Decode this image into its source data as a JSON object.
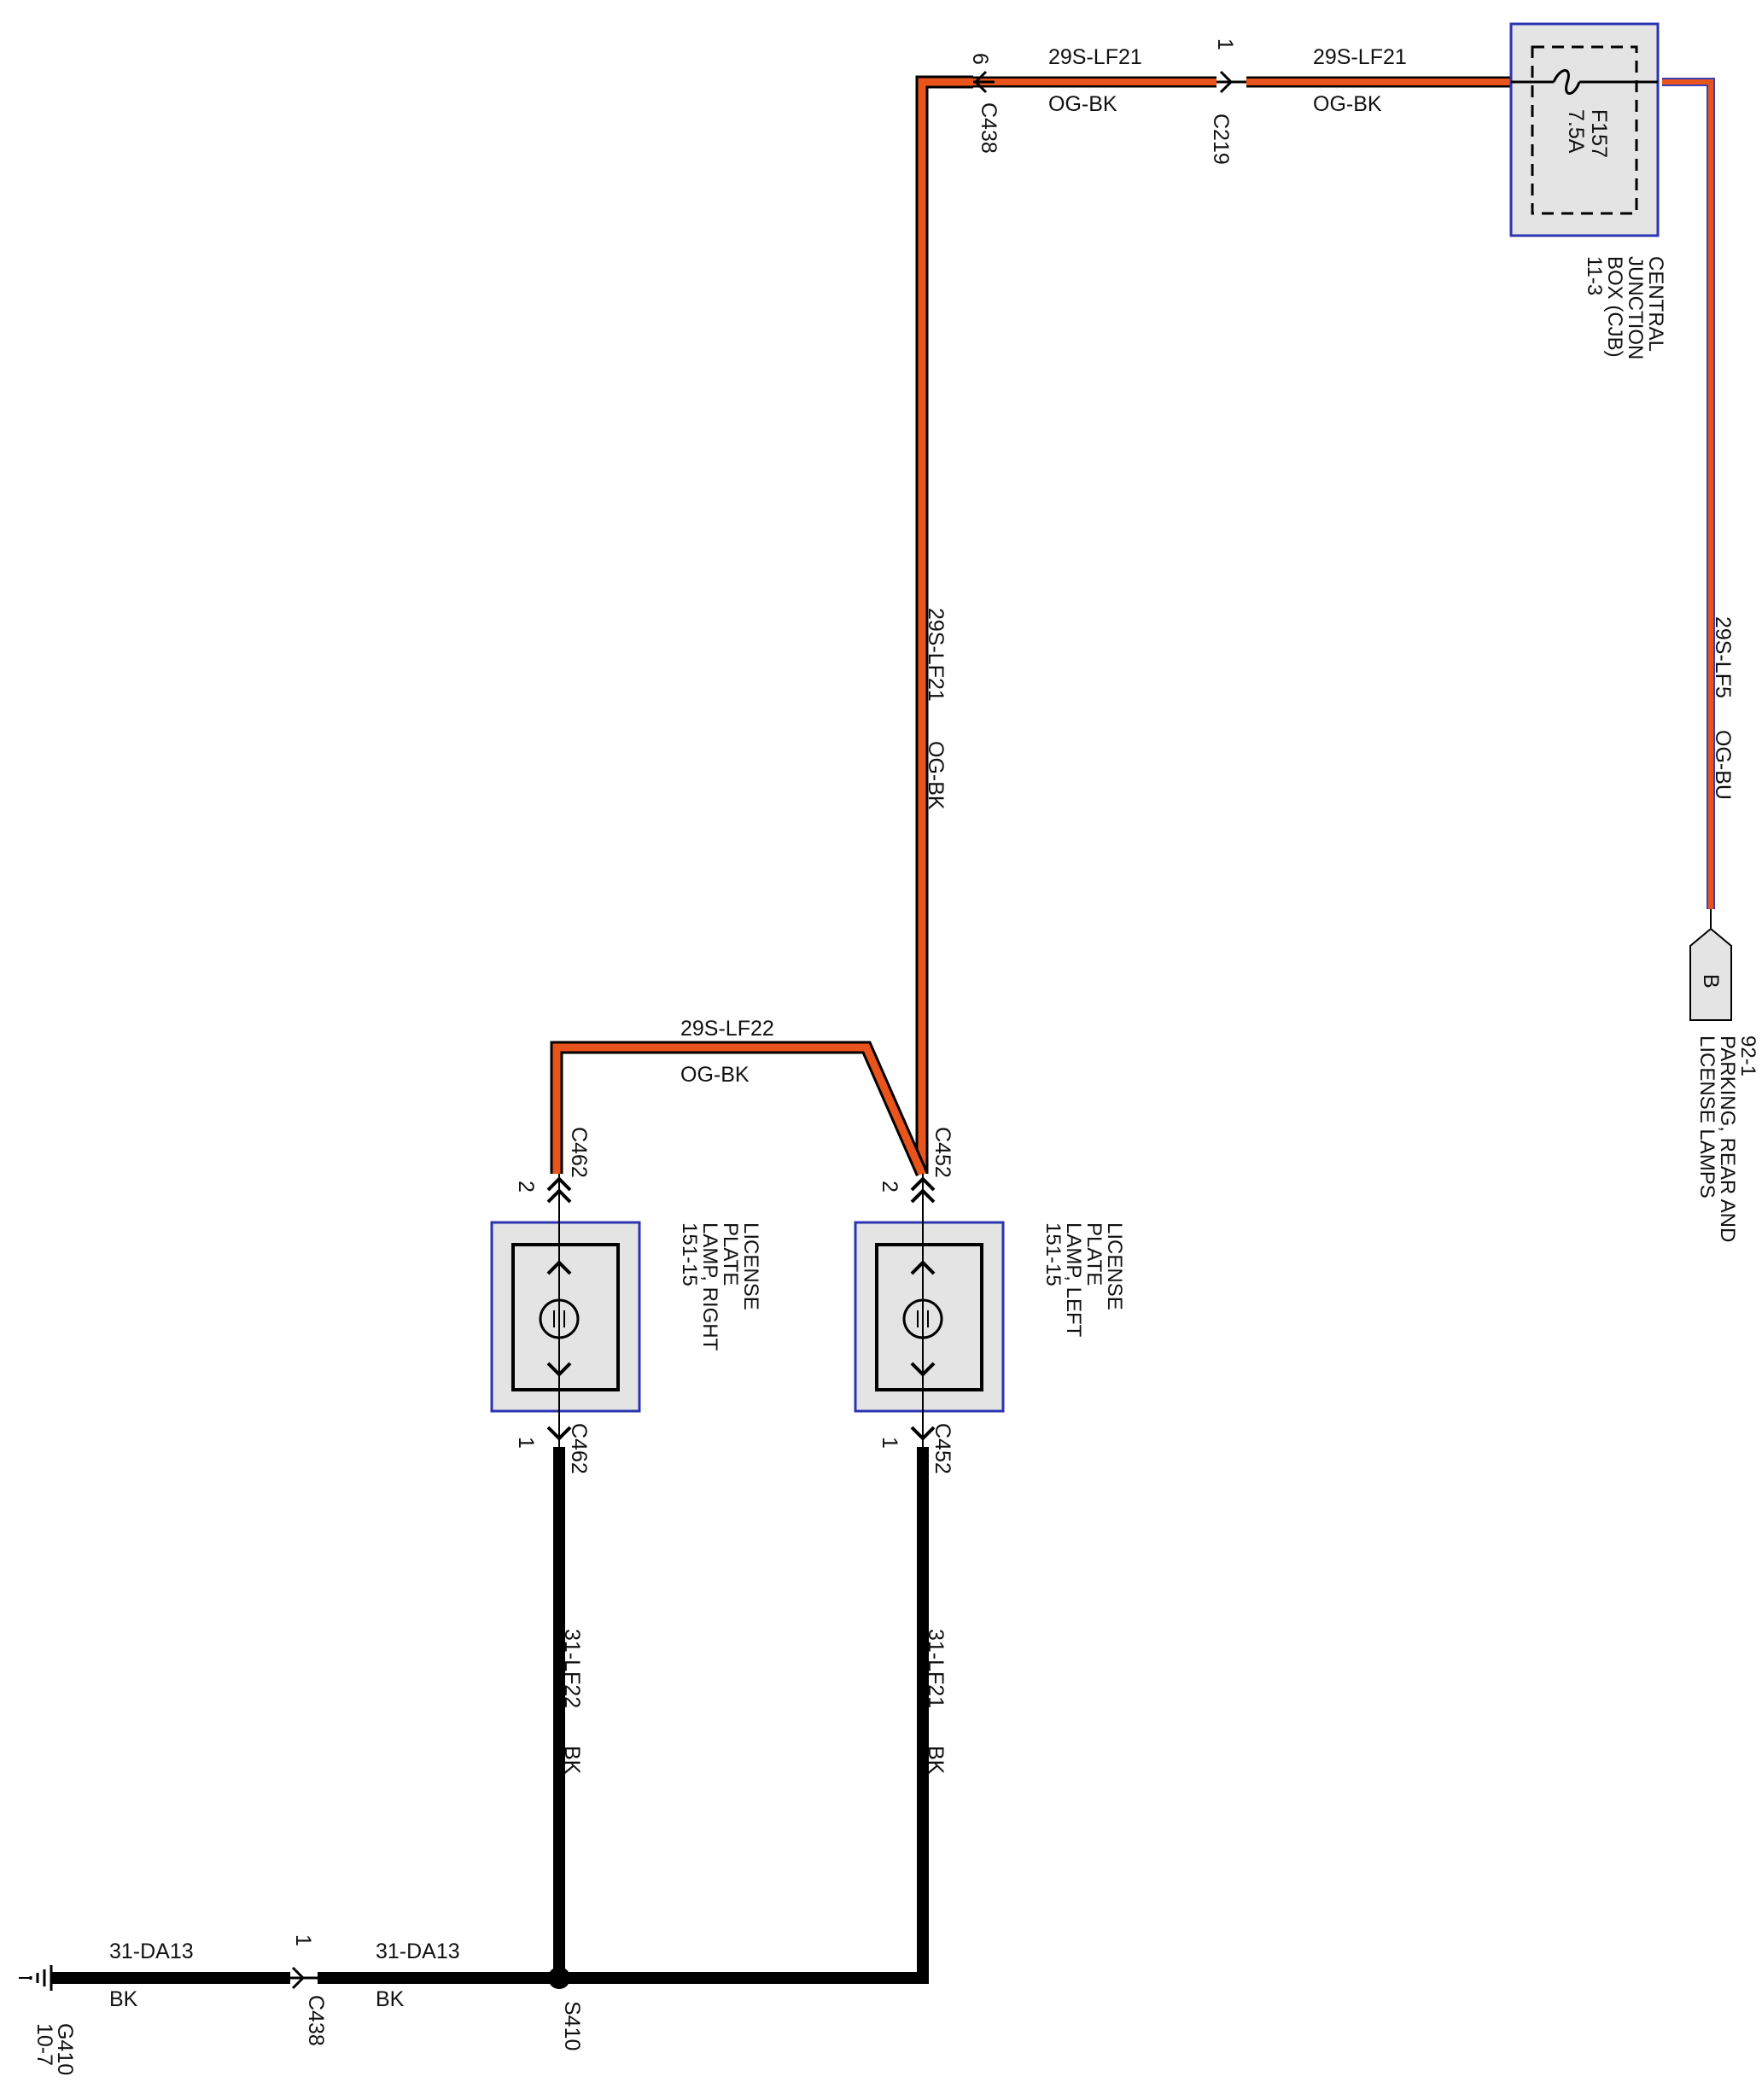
{
  "colors": {
    "wire_orange": "#e8541c",
    "wire_black": "#000000",
    "wire_blue": "#3a3fb5",
    "box_fill": "#e4e4e4",
    "box_border": "#2b35b0"
  },
  "top_wire": {
    "left_circuit": "29S-LF21",
    "left_color": "OG-BK",
    "right_circuit": "29S-LF21",
    "right_color": "OG-BK",
    "c438_pin": "6",
    "c438_label": "C438",
    "c219_pin": "1",
    "c219_label": "C219"
  },
  "fuse": {
    "name": "F157",
    "rating": "7.5A",
    "box_label_lines": [
      "CENTRAL",
      "JUNCTION",
      "BOX (CJB)",
      "11-3"
    ]
  },
  "right_wire": {
    "circuit": "29S-LF5",
    "color": "OG-BU",
    "connector_pin": "B",
    "ref_lines": [
      "92-1",
      "PARKING, REAR AND",
      "LICENSE LAMPS"
    ]
  },
  "mid_wire": {
    "circuit": "29S-LF21",
    "color": "OG-BK"
  },
  "cross_wire": {
    "circuit": "29S-LF22",
    "color": "OG-BK"
  },
  "lamp_left": {
    "label_lines": [
      "LICENSE",
      "PLATE",
      "LAMP, LEFT",
      "151-15"
    ],
    "top_connector": "C452",
    "top_pin": "2",
    "bottom_connector": "C452",
    "bottom_pin": "1"
  },
  "lamp_right": {
    "label_lines": [
      "LICENSE",
      "PLATE",
      "LAMP, RIGHT",
      "151-15"
    ],
    "top_connector": "C462",
    "top_pin": "2",
    "bottom_connector": "C462",
    "bottom_pin": "1"
  },
  "ground_left_wire": {
    "circuit": "31-LF21",
    "color": "BK"
  },
  "ground_right_wire": {
    "circuit": "31-LF22",
    "color": "BK"
  },
  "bottom_wire": {
    "left_circuit": "31-DA13",
    "left_color": "BK",
    "right_circuit": "31-DA13",
    "right_color": "BK",
    "c438_pin": "1",
    "c438_label": "C438",
    "splice": "S410"
  },
  "ground": {
    "name": "G410",
    "ref": "10-7"
  }
}
